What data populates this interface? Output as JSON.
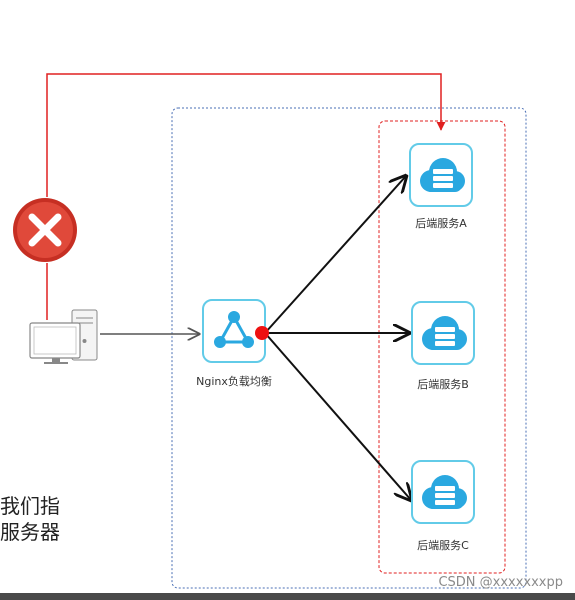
{
  "nodes": {
    "nginx": {
      "label": "Nginx负载均衡",
      "icon": "network-hub-icon"
    },
    "server_a": {
      "label": "后端服务A",
      "icon": "cloud-server-icon"
    },
    "server_b": {
      "label": "后端服务B",
      "icon": "cloud-server-icon"
    },
    "server_c": {
      "label": "后端服务C",
      "icon": "cloud-server-icon"
    },
    "client": {
      "icon": "desktop-computer-icon"
    },
    "blocked": {
      "icon": "close-icon"
    }
  },
  "side_text": {
    "line1": "我们指",
    "line2": "服务器"
  },
  "watermark": "CSDN @xxxxxxxpp",
  "colors": {
    "direct_path": "#e02020",
    "blocked_badge": "#d83a2a",
    "cloud_icon": "#2aa8e0",
    "box_outline": "#4a6fb5",
    "group_outline": "#e02020"
  }
}
